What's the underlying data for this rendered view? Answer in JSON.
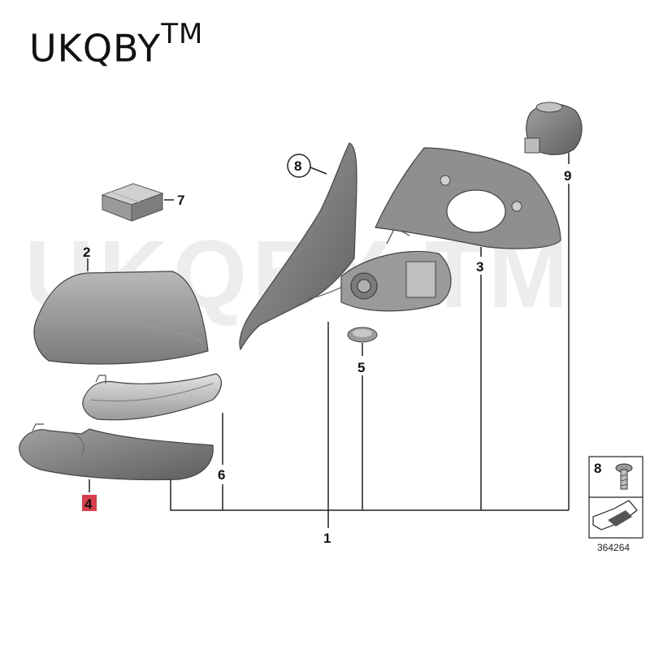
{
  "brand": {
    "name": "UKQBY",
    "tm": "TM"
  },
  "watermark": "UKQBY TM",
  "callouts": {
    "p1": "1",
    "p2": "2",
    "p3": "3",
    "p4": "4",
    "p5": "5",
    "p6": "6",
    "p7": "7",
    "p8": "8",
    "p9": "9",
    "p8_inset": "8"
  },
  "inset": {
    "ref_number": "364264"
  },
  "colors": {
    "highlight": "#d6404e",
    "part_fill": "#8c8c8c",
    "line": "#222222"
  }
}
